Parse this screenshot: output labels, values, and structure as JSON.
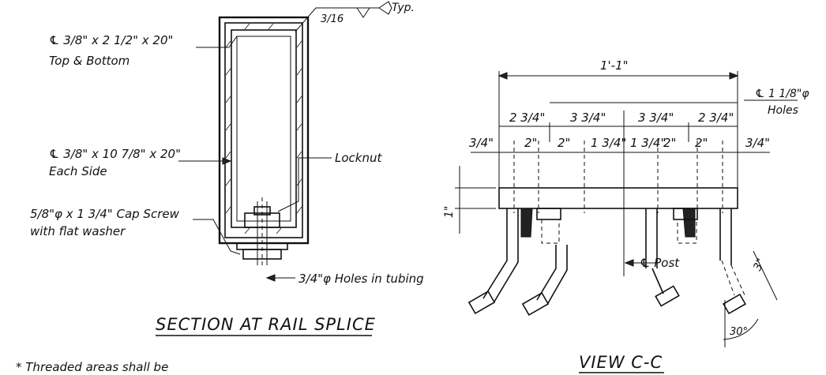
{
  "section": {
    "weld_size": "3/16",
    "weld_note": "Typ.",
    "plate_top_bottom_line1": "℄ 3/8\" x 2 1/2\" x 20\"",
    "plate_top_bottom_line2": "Top & Bottom",
    "plate_side_line1": "℄ 3/8\" x 10 7/8\" x 20\"",
    "plate_side_line2": "Each Side",
    "locknut": "Locknut",
    "cap_screw_line1": "5/8\"φ x 1 3/4\" Cap Screw",
    "cap_screw_line2": "with flat washer",
    "holes_tubing": "3/4\"φ Holes in tubing",
    "title": "SECTION AT RAIL SPLICE"
  },
  "view": {
    "overall": "1'-1\"",
    "holes_line1": "℄ 1 1/8\"φ",
    "holes_line2": "Holes",
    "upper_dims": [
      "2 3/4\"",
      "3 3/4\"",
      "3 3/4\"",
      "2 3/4\""
    ],
    "lower_dims": [
      "3/4\"",
      "2\"",
      "2\"",
      "1 3/4\"",
      "1 3/4\"",
      "2\"",
      "2\"",
      "3/4\""
    ],
    "height_dim": "1\"",
    "post_label": "℄ Post",
    "leg_dim": "3\"",
    "angle": "30°",
    "title": "VIEW C-C"
  },
  "note": "* Threaded areas shall be"
}
